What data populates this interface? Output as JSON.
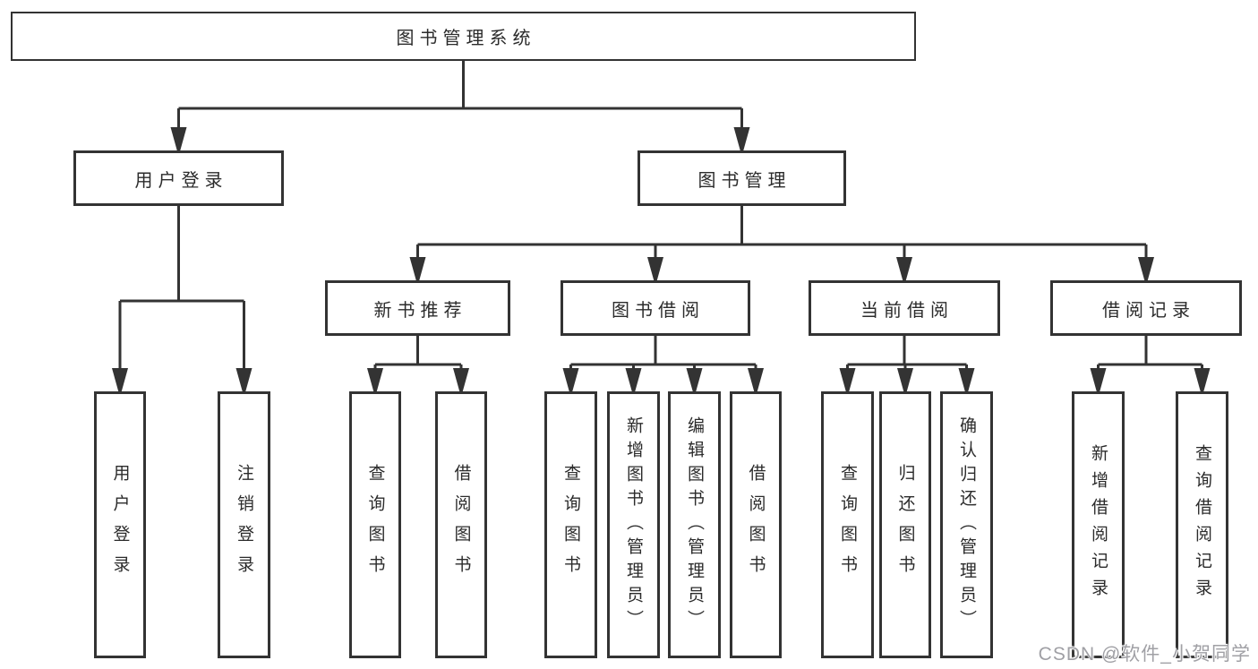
{
  "diagram_type": "hierarchy-tree",
  "colors": {
    "line": "#333333",
    "box_border": "#333333",
    "text": "#2b2b2b",
    "background": "#ffffff",
    "watermark": "#a0a0a5"
  },
  "tree": {
    "root": "图书管理系统",
    "branches": [
      {
        "label": "用户登录",
        "children": [
          "用户登录",
          "注销登录"
        ]
      },
      {
        "label": "图书管理",
        "children": [
          {
            "label": "新书推荐",
            "children": [
              "查询图书",
              "借阅图书"
            ]
          },
          {
            "label": "图书借阅",
            "children": [
              "查询图书",
              "新增图书（管理员）",
              "编辑图书（管理员）",
              "借阅图书"
            ]
          },
          {
            "label": "当前借阅",
            "children": [
              "查询图书",
              "归还图书",
              "确认归还（管理员）"
            ]
          },
          {
            "label": "借阅记录",
            "children": [
              "新增借阅记录",
              "查询借阅记录"
            ]
          }
        ]
      }
    ]
  },
  "watermark": "CSDN @软件_小贺同学"
}
